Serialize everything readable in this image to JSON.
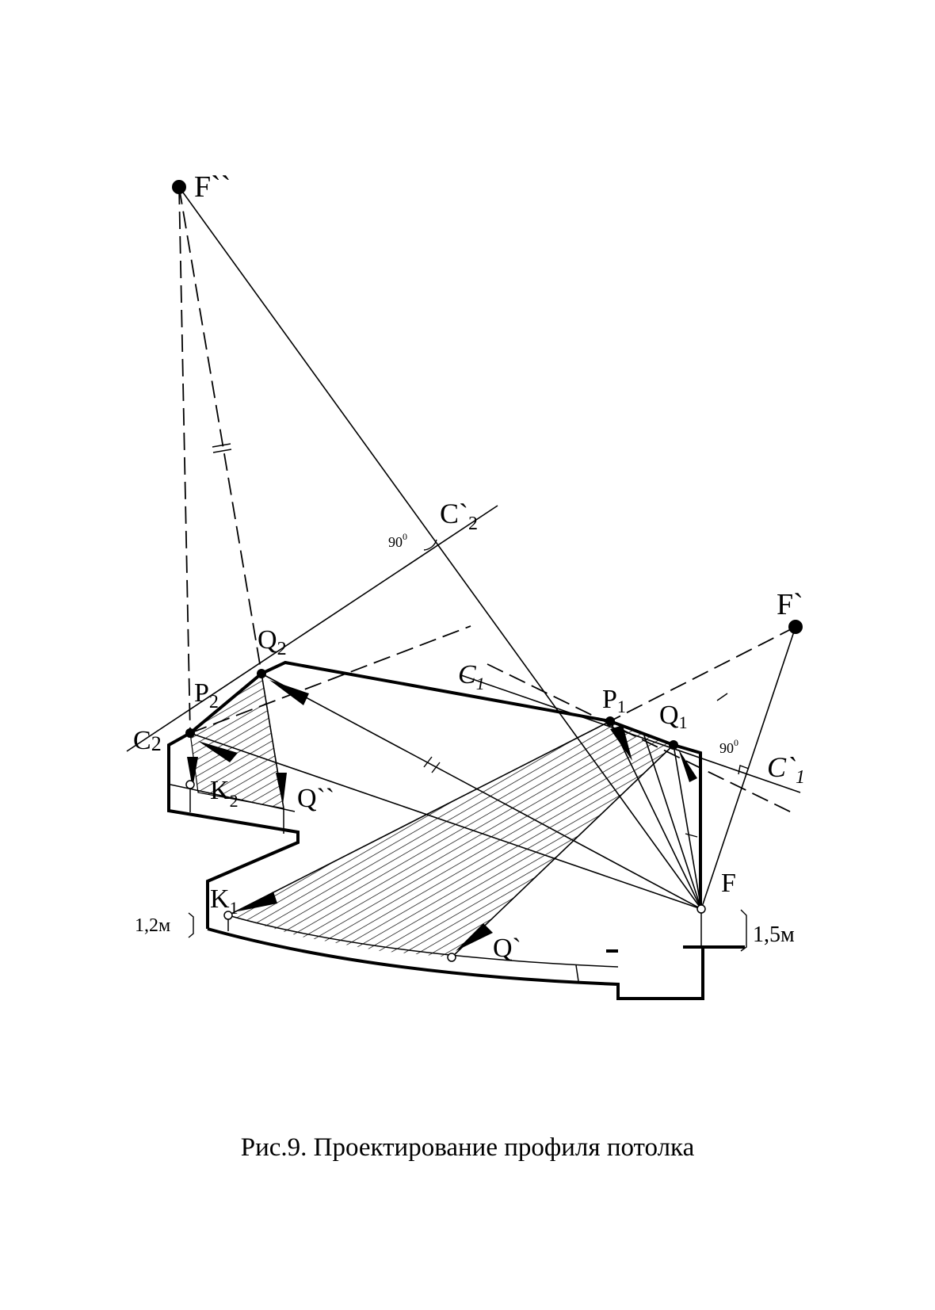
{
  "caption": "Рис.9.  Проектирование профиля потолка",
  "labels": {
    "F2": "F``",
    "F1": "F`",
    "F": "F",
    "P1": "P",
    "P1_sub": "1",
    "P2": "P",
    "P2_sub": "2",
    "Q1": "Q",
    "Q1_sub": "1",
    "Q2": "Q",
    "Q2_sub": "2",
    "C1": "C",
    "C1_sub": "1",
    "C1p": "C`",
    "C1p_sub": "1",
    "C2": "C",
    "C2_sub": "2",
    "C2p": "C`",
    "C2p_sub": "2",
    "K1": "K",
    "K1_sub": "1",
    "K2": "K",
    "K2_sub": "2",
    "Qp": "Q`",
    "Qpp": "Q``",
    "angle_top": "90",
    "angle_right": "90",
    "degree": "0",
    "dim_left": "1,2м",
    "dim_right": "1,5м"
  }
}
